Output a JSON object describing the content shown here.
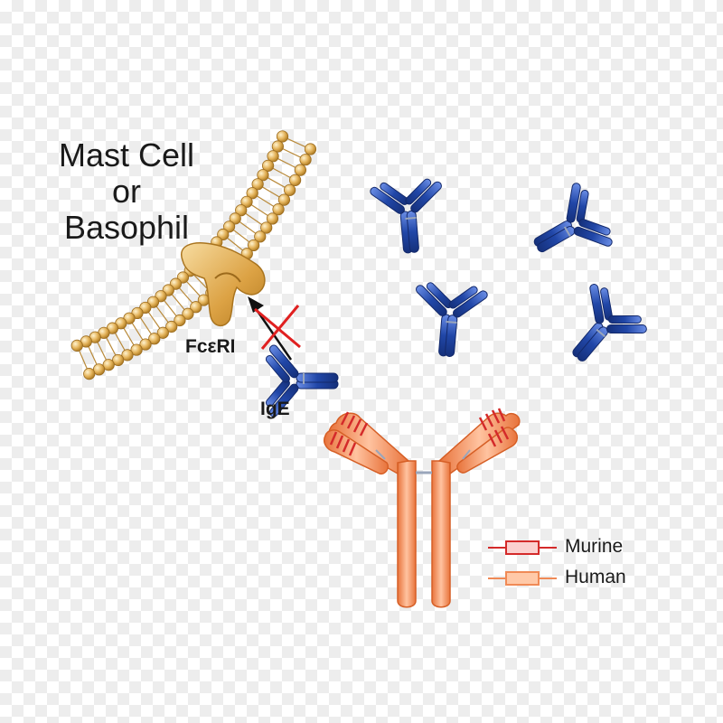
{
  "labels": {
    "cell_line1": "Mast Cell",
    "cell_line2": "or",
    "cell_line3": "Basophil",
    "receptor": "FcεRI",
    "antibody": "IgE"
  },
  "legend": {
    "murine": "Murine",
    "human": "Human"
  },
  "colors": {
    "membrane": "#c8953c",
    "receptor": "#e0a94a",
    "ige": "#2147a8",
    "murine": "#d42a2a",
    "human": "#f08a56",
    "block_mark": "#e02020",
    "arrow": "#111111"
  }
}
